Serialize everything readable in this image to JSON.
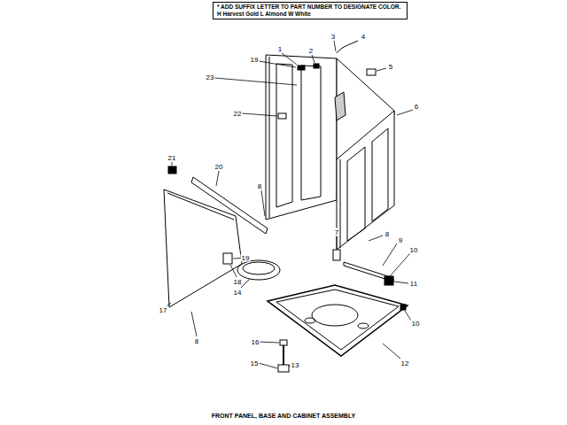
{
  "diagram": {
    "caption": "FRONT PANEL, BASE AND CABINET ASSEMBLY",
    "nodes": [
      {
        "text": [
          "* ADD SUFFIX LETTER TO PART NUMBER TO DESIGNATE COLOR.",
          "H Harvest Gold L Almond W White"
        ]
      }
    ],
    "labels": [
      "1",
      "2",
      "3",
      "4",
      "5",
      "6",
      "7",
      "8",
      "8",
      "8",
      "9",
      "10",
      "10",
      "11",
      "12",
      "13",
      "14",
      "15",
      "16",
      "17",
      "18",
      "19",
      "19",
      "20",
      "21",
      "22",
      "23"
    ]
  }
}
